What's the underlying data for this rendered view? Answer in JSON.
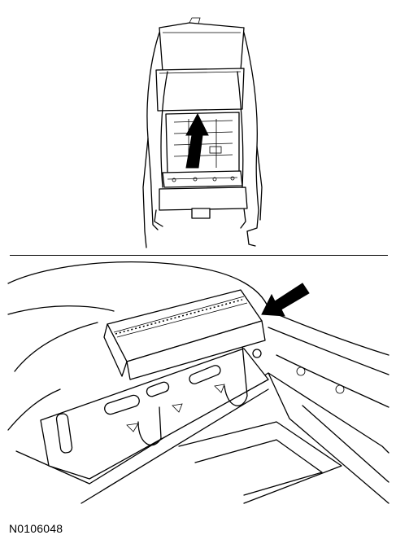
{
  "figure": {
    "id_label": "N0106048"
  },
  "panels": [
    {
      "name": "seat-frame-rear-view",
      "arrow_direction": "up"
    },
    {
      "name": "seat-cushion-panel-detail",
      "arrow_direction": "down-left"
    }
  ],
  "colors": {
    "line": "#000000",
    "background": "#ffffff",
    "arrow": "#000000"
  }
}
